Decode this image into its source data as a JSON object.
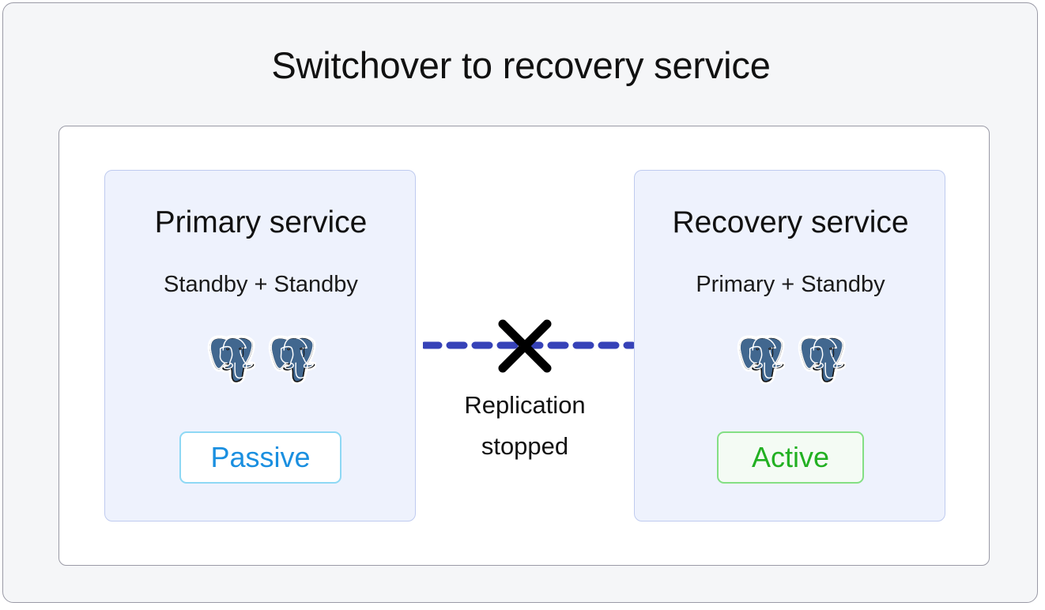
{
  "diagram": {
    "title": "Switchover to recovery service",
    "type": "database-failover-diagram"
  },
  "panels": [
    {
      "id": "primary-service",
      "title": "Primary service",
      "subtitle": "Standby + Standby",
      "nodes": [
        {
          "icon": "postgresql-elephant-icon",
          "role": "Standby"
        },
        {
          "icon": "postgresql-elephant-icon",
          "role": "Standby"
        }
      ],
      "badge": {
        "label": "Passive",
        "text_color": "#1a8fe0",
        "border_color": "#8ed8f4",
        "background": "#ffffff"
      }
    },
    {
      "id": "recovery-service",
      "title": "Recovery service",
      "subtitle": "Primary + Standby",
      "nodes": [
        {
          "icon": "postgresql-elephant-icon",
          "role": "Primary"
        },
        {
          "icon": "postgresql-elephant-icon",
          "role": "Standby"
        }
      ],
      "badge": {
        "label": "Active",
        "text_color": "#22b022",
        "border_color": "#84df84",
        "background": "#f4fbf4"
      }
    }
  ],
  "replication": {
    "label_line_1": "Replication",
    "label_line_2": "stopped",
    "line_style": "dashed",
    "line_color": "#3642b8",
    "cross_icon": "cross-x-icon",
    "cross_color": "#000000",
    "state": "stopped"
  },
  "theme": {
    "page_background": "#f5f6f8",
    "page_border": "#9a9aa6",
    "canvas_background": "#ffffff",
    "canvas_border": "#9a9aa6",
    "panel_background": "#eef2fd",
    "panel_border": "#bfcbef",
    "title_color": "#111111",
    "postgres_fill": "#41678f",
    "postgres_stroke": "#111111",
    "postgres_highlight": "#ffffff"
  }
}
